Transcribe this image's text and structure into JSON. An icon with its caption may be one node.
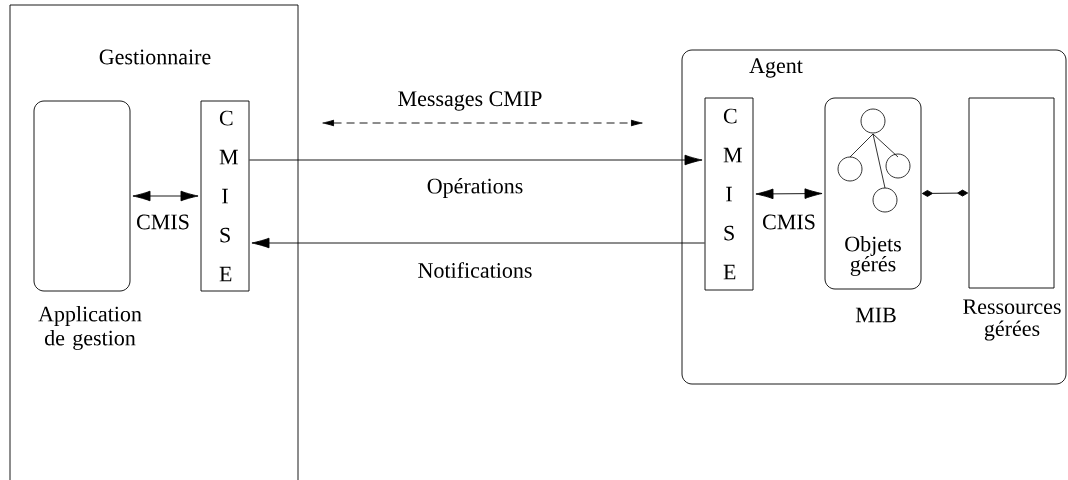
{
  "diagram": {
    "nodes": [
      {
        "text": [
          "Gestionnaire"
        ]
      },
      {
        "text": [
          "Application de gestion"
        ],
        "in": 0
      },
      {
        "text": [
          "C M I S E"
        ],
        "in": 0
      },
      {
        "text": [
          "Agent"
        ]
      },
      {
        "text": [
          "C M I S E"
        ],
        "in": 3
      },
      {
        "text": [
          "Objets gérés"
        ],
        "in": 3,
        "beside": [
          "MIB"
        ]
      },
      {
        "text": [
          "Ressources gérées"
        ],
        "in": 3
      }
    ],
    "edges": [
      {
        "from": 1,
        "to": 2,
        "arrow": "both",
        "label": "CMIS"
      },
      {
        "from": 2,
        "to": 4,
        "arrow": "to",
        "label": "Opérations"
      },
      {
        "from": 4,
        "to": 2,
        "arrow": "to",
        "label": "Notifications"
      },
      {
        "from": 4,
        "to": 5,
        "arrow": "both",
        "label": "CMIS"
      },
      {
        "from": 5,
        "to": 6,
        "arrow": "other"
      }
    ],
    "labels": [
      "Messages CMIP"
    ]
  }
}
